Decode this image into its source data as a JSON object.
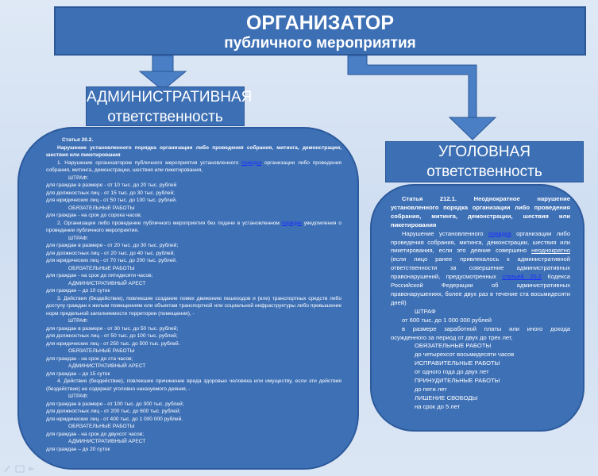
{
  "header": {
    "line1": "ОРГАНИЗАТОР",
    "line2": "публичного мероприятия"
  },
  "admin_label": {
    "line1": "АДМИНИСТРАТИВНАЯ",
    "line2": "ответственность"
  },
  "crim_label": {
    "line1": "УГОЛОВНАЯ",
    "line2": "ответственность"
  },
  "admin": {
    "article": "Статья 20.2.",
    "title": "Нарушение установленного порядка организации либо проведения собрания, митинга, демонстрации, шествия или пикетирования",
    "p1_pre": "1. Нарушение организатором публичного мероприятия установленного ",
    "p1_link": "порядка",
    "p1_post": " организации либо проведения собрания, митинга, демонстрации, шествия или пикетирования,",
    "s1": [
      "ШТРАФ:",
      "для граждан в размере - от 10 тыс. до 20 тыс. рублей",
      "для должностных лиц - от 15 тыс. до 30 тыс. рублей;",
      "для юридических лиц - от 50 тыс. до 100 тыс. рублей.",
      "ОБЯЗАТЕЛЬНЫЕ РАБОТЫ",
      "для граждан - на срок до сорока часов;"
    ],
    "p2": "2. Организация либо проведение публичного мероприятия без подачи в установленном",
    "p2_link": "порядке",
    "p2_post": " уведомления о проведении публичного мероприятия,",
    "s2": [
      "ШТРАФ:",
      "для граждан в размере - от 20 тыс. до 30 тыс. рублей;",
      "для должностных лиц - от 20 тыс. до 40 тыс. рублей;",
      "для юридических лиц - от 70 тыс. до 200 тыс. рублей.",
      "ОБЯЗАТЕЛЬНЫЕ РАБОТЫ",
      "для граждан - на срок до пятидесяти часов;",
      "АДМИНИСТРАТИВНЫЙ АРЕСТ",
      "для граждан – до 10 суток"
    ],
    "p3": "3. Действия (бездействие), повлекшие создание помех движению пешеходов и (или) транспортных средств либо доступу граждан к жилым помещениям или объектам транспортной или социальной инфраструктуры либо превышение норм предельной заполняемости территории (помещения), -",
    "s3": [
      "ШТРАФ:",
      "для граждан в размере - от 30 тыс. до 50 тыс. рублей;",
      "для должностных лиц - от 50 тыс. до 100 тыс. рублей;",
      "для юридических лиц - от 250 тыс. до 500 тыс. рублей.",
      "ОБЯЗАТЕЛЬНЫЕ РАБОТЫ",
      "для граждан - на срок до ста часов;",
      "АДМИНИСТРАТИВНЫЙ АРЕСТ",
      "для граждан – до 15 суток"
    ],
    "p4": "4. Действия (бездействие), повлекшие причинение вреда здоровью человека или имуществу, если эти действия (бездействие) не содержат уголовно наказуемого деяния, -",
    "s4": [
      "ШТРАФ:",
      "для граждан в размере - от 100 тыс. до 300 тыс. рублей;",
      "для должностных лиц - от 200 тыс. до 600 тыс. рублей;",
      "для юридических лиц - от 400 тыс. до 1 000 000 рублей.",
      "ОБЯЗАТЕЛЬНЫЕ РАБОТЫ",
      "для граждан - на срок до двухсот часов;",
      "АДМИНИСТРАТИВНЫЙ АРЕСТ",
      "для граждан – до 20 суток"
    ]
  },
  "crim": {
    "title": "Статья 212.1. Неоднократное нарушение установленного порядка организации либо проведения собрания, митинга, демонстрации, шествия или пикетирования",
    "p1_a": "Нарушение установленного ",
    "p1_link": "порядка",
    "p1_b": " организации либо проведения собрания, митинга, демонстрации, шествия или пикетирования, если это деяние совершено ",
    "p1_u": "неоднократно",
    "p1_c": " (если лицо ранее привлекалось к административной ответственности за совершение административных правонарушений, предусмотренных ",
    "p1_link2": "статьей 20.2",
    "p1_d": " Кодекса Российской Федерации об административных правонарушениях, более двух раз в течение ста восьмидесяти дней)",
    "l_fine": "ШТРАФ",
    "l_fine1": "от 600 тыс. до 1 000 000 рублей",
    "l_fine2": "в размере заработной платы или иного дохода осужденного за период от двух до трех лет,",
    "l_items": [
      "ОБЯЗАТЕЛЬНЫЕ РАБОТЫ",
      "до четырехсот восьмидесяти часов",
      "ИСПРАВИТЕЛЬНЫЕ РАБОТЫ",
      "от одного года до двух лет",
      "ПРИНУДИТЕЛЬНЫЕ РАБОТЫ",
      "до пяти лет",
      "ЛИШЕНИЕ СВОБОДЫ",
      "на срок до 5 лет"
    ]
  },
  "colors": {
    "box": "#3d6fb4",
    "link": "#1a2cff",
    "arrow": "#4a7fc6"
  }
}
